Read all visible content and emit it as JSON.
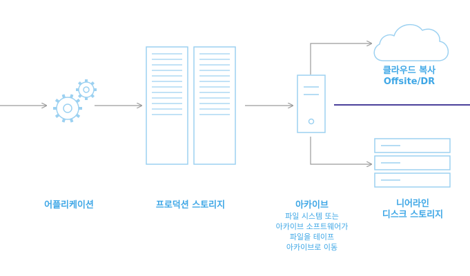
{
  "diagram": {
    "colors": {
      "blue": "#3fa7e6",
      "line_blue": "#9cd1f1",
      "arrow_gray": "#9a9a9a",
      "divider_purple": "#4a3f9a"
    },
    "labels": {
      "application": "어플리케이션",
      "production_storage": "프로덕션 스토리지",
      "archive": "아카이브",
      "archive_desc": [
        "파일 시스템 또는",
        "아카이브 소프트웨어가",
        "파일을 테이프",
        "아카이브로 이동"
      ],
      "cloud_line1": "클라우드 복사",
      "cloud_line2": "Offsite/DR",
      "nearline_line1": "니어라인",
      "nearline_line2": "디스크 스토리지"
    },
    "icons": {
      "gears": "gears-icon",
      "storage_racks": "storage-rack-icon",
      "server": "server-tower-icon",
      "cloud": "cloud-icon",
      "disks": "disk-stack-icon"
    }
  }
}
